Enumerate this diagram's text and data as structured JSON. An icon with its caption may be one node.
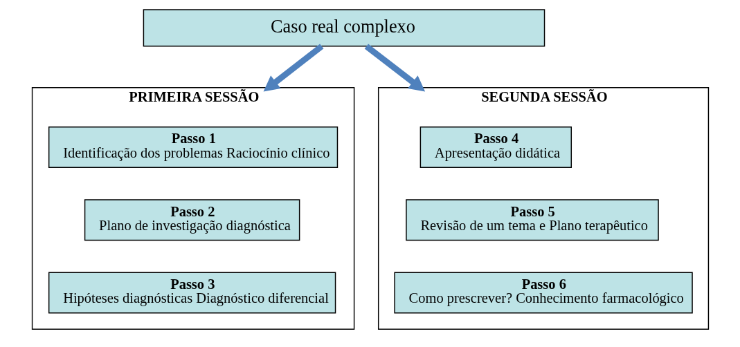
{
  "diagram": {
    "nodes": [
      {
        "text": [
          "Caso real complexo"
        ]
      },
      {
        "text": [
          "PRIMEIRA SESSÃO"
        ]
      },
      {
        "text": [
          "Passo 1",
          "Identificação dos problemas Raciocínio clínico"
        ],
        "in": 1
      },
      {
        "text": [
          "Passo 2",
          "Plano de investigação diagnóstica"
        ],
        "in": 1
      },
      {
        "text": [
          "Passo 3",
          "Hipóteses diagnósticas Diagnóstico diferencial"
        ],
        "in": 1
      },
      {
        "text": [
          "SEGUNDA SESSÃO"
        ]
      },
      {
        "text": [
          "Passo 4",
          "Apresentação didática"
        ],
        "in": 5
      },
      {
        "text": [
          "Passo 5",
          "Revisão de um tema e Plano terapêutico"
        ],
        "in": 5
      },
      {
        "text": [
          "Passo 6",
          "Como prescrever? Conhecimento farmacológico"
        ],
        "in": 5
      }
    ],
    "edges": [
      {
        "from": 0,
        "to": 1,
        "arrow": "to"
      },
      {
        "from": 0,
        "to": 5,
        "arrow": "to"
      }
    ]
  }
}
